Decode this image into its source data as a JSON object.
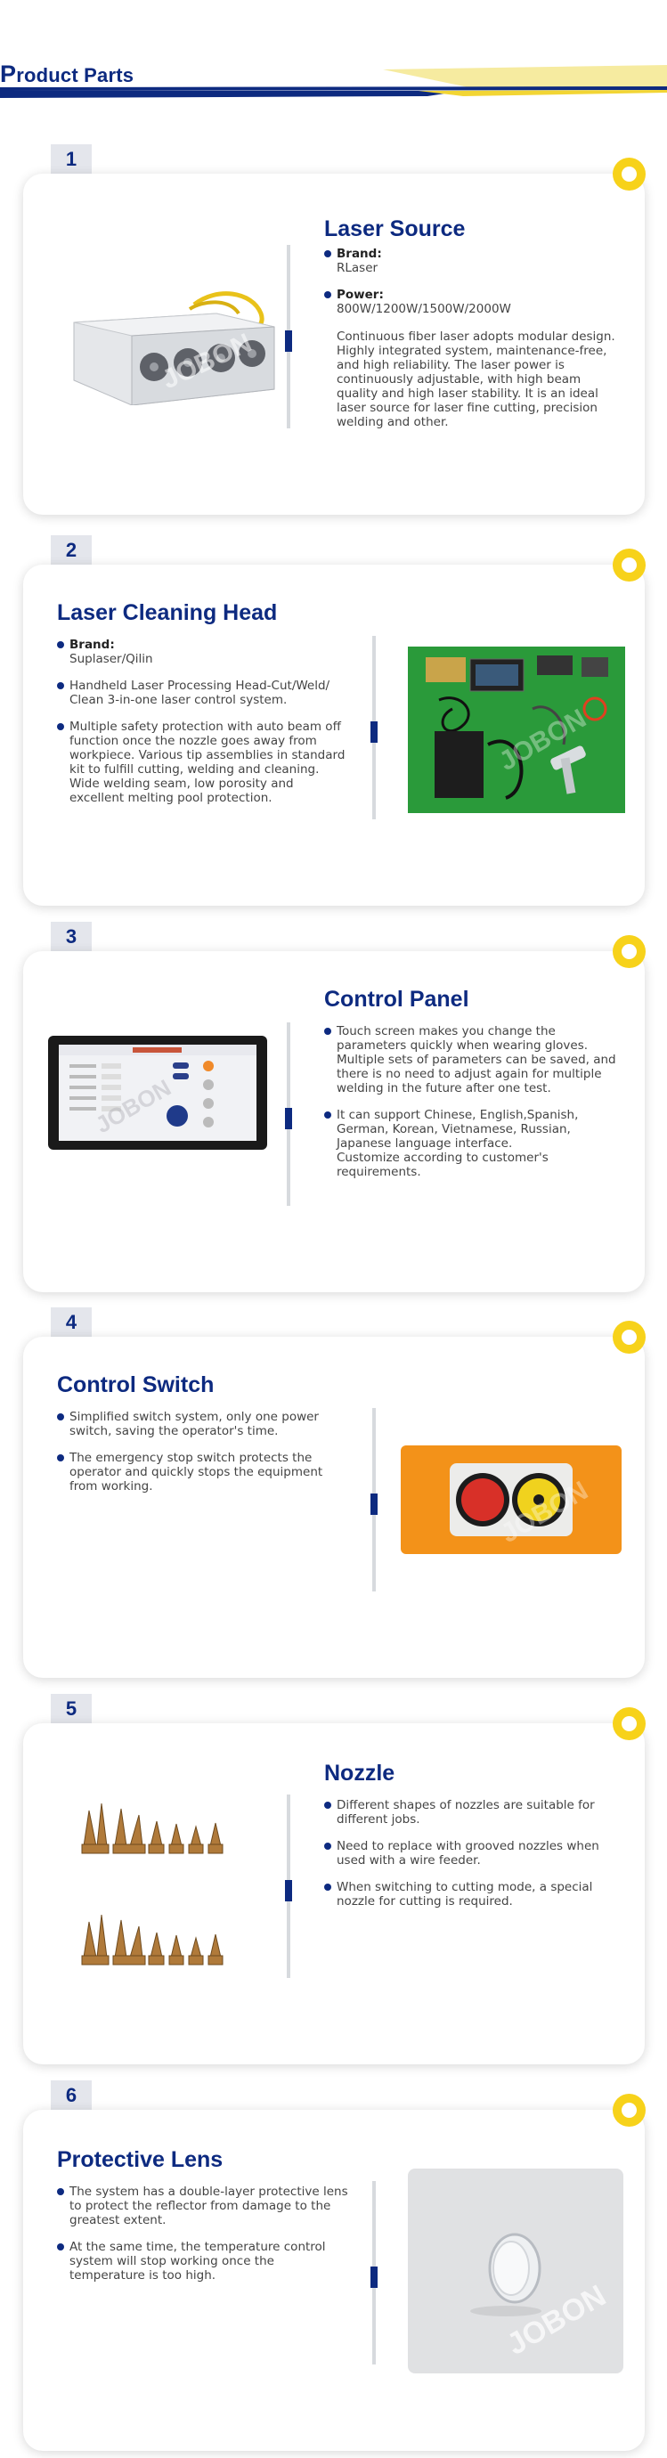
{
  "header": {
    "title_first": "P",
    "title_rest": "roduct Parts"
  },
  "watermark": "JOBON",
  "sections": [
    {
      "number": "1",
      "title": "Laser Source",
      "brand_label": "Brand:",
      "brand_value": "RLaser",
      "power_label": "Power:",
      "power_value": "800W/1200W/1500W/2000W",
      "description": "Continuous fiber laser adopts modular design. Highly integrated system, maintenance-free, and high reliability. The laser power is continuously adjustable, with high beam quality and high laser stability. It is an ideal laser source for laser fine cutting, precision welding and other."
    },
    {
      "number": "2",
      "title": "Laser Cleaning Head",
      "brand_label": "Brand:",
      "brand_value": "Suplaser/Qilin",
      "bullet1": "Handheld Laser Processing Head-Cut/Weld/ Clean 3-in-one laser control system.",
      "bullet2": "Multiple safety protection with auto beam off function once the nozzle goes away from workpiece. Various tip assemblies in standard kit to fulfill cutting, welding and cleaning.",
      "bullet2_extra": "Wide welding seam, low porosity and excellent melting pool protection."
    },
    {
      "number": "3",
      "title": "Control Panel",
      "bullet1": "Touch screen makes you change the parameters quickly when wearing gloves. Multiple sets of parameters can be saved, and there is no need to adjust again for multiple welding in the future after one test.",
      "bullet2": "It can support Chinese, English,Spanish, German, Korean, Vietnamese, Russian, Japanese language interface.",
      "bullet2_extra": "Customize according to customer's requirements."
    },
    {
      "number": "4",
      "title": "Control Switch",
      "bullet1": "Simplified switch system, only one power switch, saving the operator's time.",
      "bullet2": "The emergency stop switch protects the operator and quickly stops the equipment from working."
    },
    {
      "number": "5",
      "title": "Nozzle",
      "bullet1": "Different shapes of nozzles are suitable for different jobs.",
      "bullet2": "Need to replace with grooved nozzles when used with a wire feeder.",
      "bullet3": "When switching to cutting mode, a special nozzle for cutting is required."
    },
    {
      "number": "6",
      "title": "Protective Lens",
      "bullet1": "The system has a double-layer protective lens to protect the reflector from damage to the greatest extent.",
      "bullet2": "At the same time, the temperature control system will stop working once the temperature is too high."
    }
  ],
  "colors": {
    "navy": "#0d2a80",
    "yellow": "#f7d21a",
    "badge_bg": "#e4e6ec",
    "divider": "#d7dade"
  }
}
